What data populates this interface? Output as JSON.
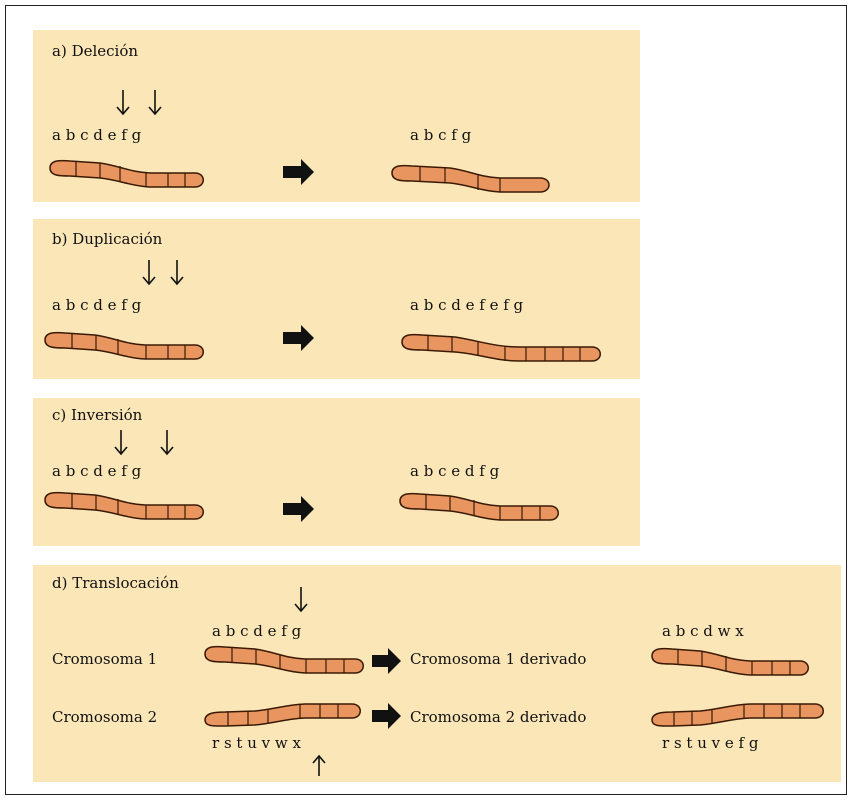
{
  "panels": {
    "a": {
      "title": "a) Deleción",
      "before": "a b  c  d e f g",
      "after": "a b  c  f g"
    },
    "b": {
      "title": "b) Duplicación",
      "before": "a b  c  d e f g",
      "after": "a b  c  d e f e f g"
    },
    "c": {
      "title": "c) Inversión",
      "before": "a b  c  d e f g",
      "after": "a b  c  e d f g"
    },
    "d": {
      "title": "d) Translocación",
      "chr1_label": "Cromosoma  1",
      "chr2_label": "Cromosoma  2",
      "chr1_letters": "a b  c  d e f g",
      "chr2_letters": "r s t   u  v  w  x",
      "der1_label": "Cromosoma  1   derivado",
      "der2_label": "Cromosoma  2   derivado",
      "der1_letters": "a b   c  d  w  x",
      "der2_letters": "r s t   u  v e f g"
    }
  },
  "colors": {
    "panel": "#fbe6b8",
    "chromosome": "#e9955f",
    "outline": "#3a1a05"
  }
}
